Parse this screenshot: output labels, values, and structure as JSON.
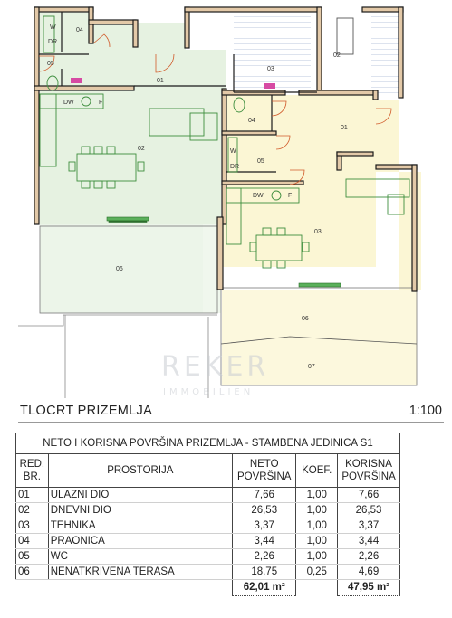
{
  "plan": {
    "title": "TLOCRT PRIZEMLJA",
    "scale": "1:100",
    "watermark": {
      "name": "REKER",
      "sub": "IMMOBILIEN"
    },
    "room_labels": {
      "r01a": "01",
      "r02a": "02",
      "r03a": "03",
      "r04a": "04",
      "r05a": "05",
      "r06a": "06",
      "r01b": "01",
      "r02b": "02",
      "r03b": "03",
      "r04b": "04",
      "r05b": "05",
      "r06b": "06",
      "r07b": "07"
    },
    "fixture_labels": {
      "dw": "DW",
      "f": "F",
      "wm": "W",
      "dr": "DR"
    },
    "colors": {
      "green_zone": "#e6f2e1",
      "yellow_zone": "#fbf6d4",
      "wall": "#1a1a1a",
      "wall_infill": "#e3c9a8",
      "furniture_green": "#3e8e3e"
    }
  },
  "table": {
    "caption": "NETO I KORISNA POVRŠINA PRIZEMLJA - STAMBENA JEDINICA S1",
    "headers": {
      "no": [
        "RED.",
        "BR."
      ],
      "room": "PROSTORIJA",
      "net": [
        "NETO",
        "POVRŠINA"
      ],
      "coef": "KOEF.",
      "usable": [
        "KORISNA",
        "POVRŠINA"
      ]
    },
    "rows": [
      {
        "no": "01",
        "room": "ULAZNI DIO",
        "net": "7,66",
        "coef": "1,00",
        "usable": "7,66"
      },
      {
        "no": "02",
        "room": "DNEVNI DIO",
        "net": "26,53",
        "coef": "1,00",
        "usable": "26,53"
      },
      {
        "no": "03",
        "room": "TEHNIKA",
        "net": "3,37",
        "coef": "1,00",
        "usable": "3,37"
      },
      {
        "no": "04",
        "room": "PRAONICA",
        "net": "3,44",
        "coef": "1,00",
        "usable": "3,44"
      },
      {
        "no": "05",
        "room": "WC",
        "net": "2,26",
        "coef": "1,00",
        "usable": "2,26"
      },
      {
        "no": "06",
        "room": "NENATKRIVENA TERASA",
        "net": "18,75",
        "coef": "0,25",
        "usable": "4,69"
      }
    ],
    "totals": {
      "net": "62,01 m²",
      "usable": "47,95 m²"
    }
  }
}
